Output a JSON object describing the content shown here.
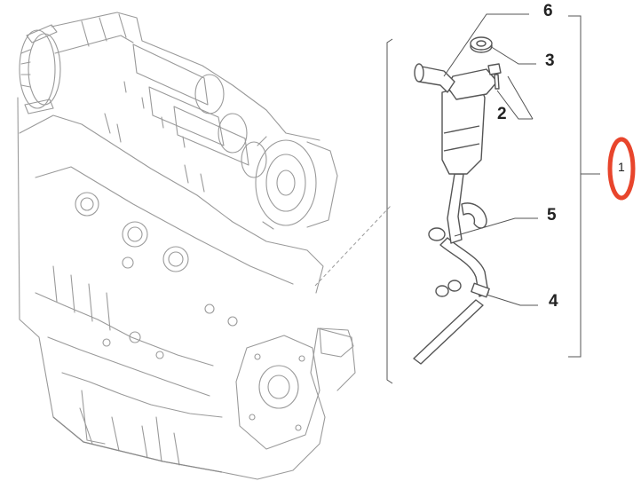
{
  "callouts": {
    "c1": "1",
    "c2": "2",
    "c3": "3",
    "c4": "4",
    "c5": "5",
    "c6": "6"
  },
  "highlight": {
    "target": "1",
    "color": "#e8452c"
  }
}
